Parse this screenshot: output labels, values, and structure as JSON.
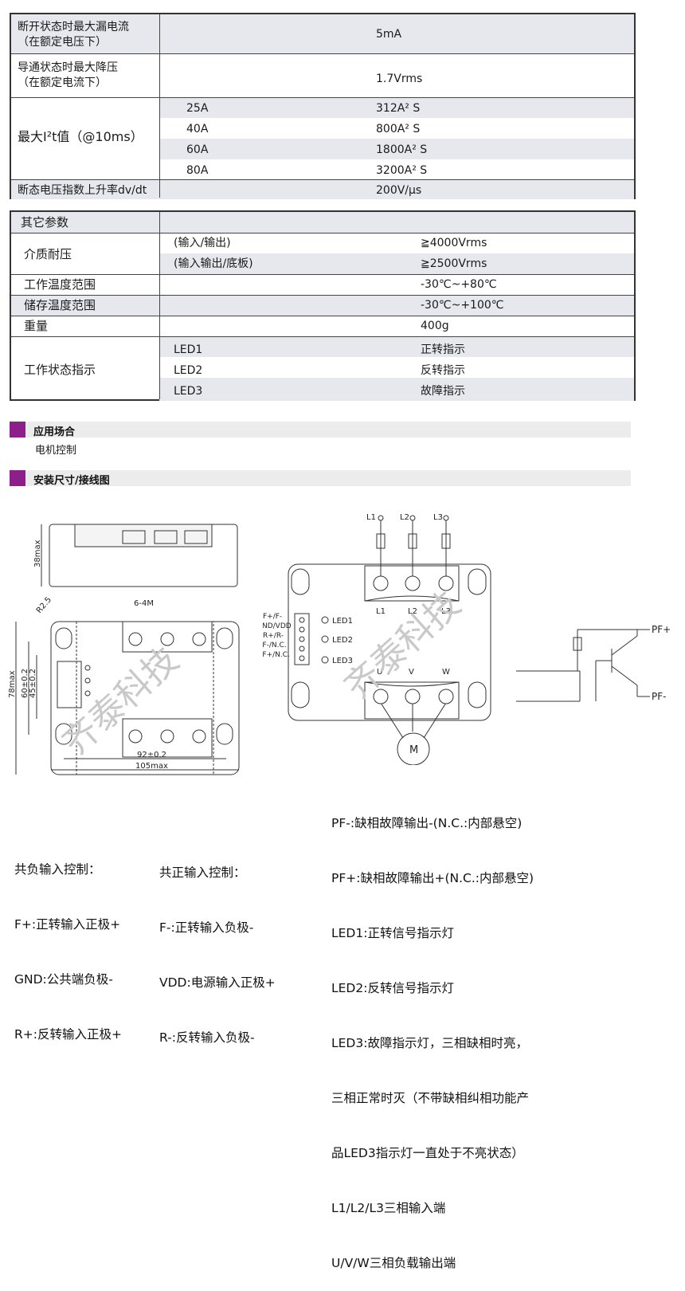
{
  "table1": {
    "rows": [
      {
        "label": "断开状态时最大漏电流\n（在额定电压下）",
        "value": "5mA"
      },
      {
        "label": "导通状态时最大降压\n（在额定电流下）",
        "value": "1.7Vrms"
      },
      {
        "label": "最大I²t值（@10ms）",
        "sub": [
          {
            "current": "25A",
            "value": "312A² S"
          },
          {
            "current": "40A",
            "value": "800A² S"
          },
          {
            "current": "60A",
            "value": "1800A² S"
          },
          {
            "current": "80A",
            "value": "3200A² S"
          }
        ]
      },
      {
        "label": "断态电压指数上升率dv/dt",
        "value": "200V/μs"
      }
    ]
  },
  "table2": {
    "header": "其它参数",
    "dielectric": {
      "label": "介质耐压",
      "items": [
        {
          "cond": "(输入/输出)",
          "value": "≧4000Vrms"
        },
        {
          "cond": "(输入输出/底板)",
          "value": "≧2500Vrms"
        }
      ]
    },
    "op_temp": {
      "label": "工作温度范围",
      "value": "-30℃~+80℃"
    },
    "store_temp": {
      "label": "储存温度范围",
      "value": "-30℃~+100℃"
    },
    "weight": {
      "label": "重量",
      "value": "400g"
    },
    "status": {
      "label": "工作状态指示",
      "items": [
        {
          "led": "LED1",
          "desc": "正转指示"
        },
        {
          "led": "LED2",
          "desc": "反转指示"
        },
        {
          "led": "LED3",
          "desc": "故障指示"
        }
      ]
    }
  },
  "section_app": {
    "title": "应用场合",
    "body": "电机控制"
  },
  "section_install": {
    "title": "安装尺寸/接线图"
  },
  "dimensions": {
    "height": "38max",
    "r": "R2.5",
    "hole": "6-4M",
    "h1": "78max",
    "h2": "60±0.2",
    "h3": "45±0.2",
    "w1": "92±0.2",
    "w2": "105max"
  },
  "watermark": "齐泰科技",
  "wiring": {
    "lines": [
      "L1",
      "L2",
      "L3"
    ],
    "outputs": [
      "U",
      "V",
      "W"
    ],
    "leds": [
      "LED1",
      "LED2",
      "LED3"
    ],
    "terminals": [
      "F+/F-",
      "GND/VDD",
      "R+/R-",
      "PF-/N.C.",
      "PF+/N.C."
    ],
    "motor": "M",
    "pf_plus": "PF+",
    "pf_minus": "PF-"
  },
  "notes_left": {
    "title": "共负输入控制：",
    "lines": [
      "F+:正转输入正极+",
      "GND:公共端负极-",
      "R+:反转输入正极+"
    ]
  },
  "notes_mid": {
    "title": "共正输入控制：",
    "lines": [
      "F-:正转输入负极-",
      "VDD:电源输入正极+",
      "R-:反转输入负极-"
    ]
  },
  "notes_right": {
    "lines": [
      "PF-:缺相故障输出-(N.C.:内部悬空)",
      "PF+:缺相故障输出+(N.C.:内部悬空)",
      "LED1:正转信号指示灯",
      "LED2:反转信号指示灯",
      "LED3:故障指示灯，三相缺相时亮，",
      "三相正常时灭（不带缺相纠相功能产",
      "品LED3指示灯一直处于不亮状态）",
      "L1/L2/L3三相输入端",
      "U/V/W三相负载输出端"
    ]
  }
}
